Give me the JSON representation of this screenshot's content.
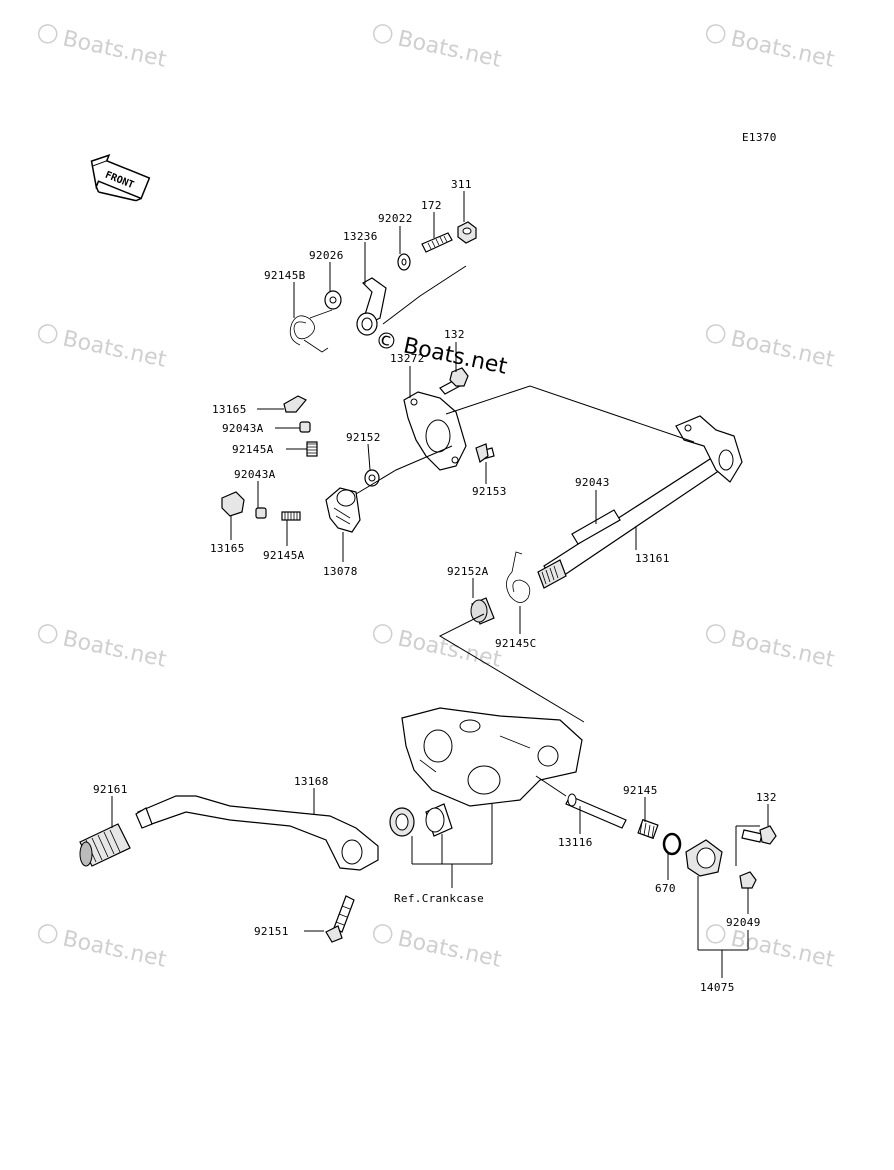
{
  "diagram": {
    "code": "E1370",
    "front_label": "FRONT",
    "center_watermark": "© Boats.net",
    "watermark_text": "Boats.net",
    "ref_label": "Ref.Crankcase",
    "parts": [
      {
        "id": "p311",
        "label": "311"
      },
      {
        "id": "p172",
        "label": "172"
      },
      {
        "id": "p92022",
        "label": "92022"
      },
      {
        "id": "p13236",
        "label": "13236"
      },
      {
        "id": "p92026",
        "label": "92026"
      },
      {
        "id": "p92145B",
        "label": "92145B"
      },
      {
        "id": "p132a",
        "label": "132"
      },
      {
        "id": "p13272",
        "label": "13272"
      },
      {
        "id": "p13165a",
        "label": "13165"
      },
      {
        "id": "p92043Aa",
        "label": "92043A"
      },
      {
        "id": "p92145Aa",
        "label": "92145A"
      },
      {
        "id": "p92152",
        "label": "92152"
      },
      {
        "id": "p92153",
        "label": "92153"
      },
      {
        "id": "p92043Ab",
        "label": "92043A"
      },
      {
        "id": "p92043",
        "label": "92043"
      },
      {
        "id": "p13165b",
        "label": "13165"
      },
      {
        "id": "p92145Ab",
        "label": "92145A"
      },
      {
        "id": "p13078",
        "label": "13078"
      },
      {
        "id": "p13161",
        "label": "13161"
      },
      {
        "id": "p92152A",
        "label": "92152A"
      },
      {
        "id": "p92145C",
        "label": "92145C"
      },
      {
        "id": "p92161",
        "label": "92161"
      },
      {
        "id": "p13168",
        "label": "13168"
      },
      {
        "id": "p92145",
        "label": "92145"
      },
      {
        "id": "p132b",
        "label": "132"
      },
      {
        "id": "p13116",
        "label": "13116"
      },
      {
        "id": "p670",
        "label": "670"
      },
      {
        "id": "p92049",
        "label": "92049"
      },
      {
        "id": "p92151",
        "label": "92151"
      },
      {
        "id": "p14075",
        "label": "14075"
      }
    ]
  }
}
